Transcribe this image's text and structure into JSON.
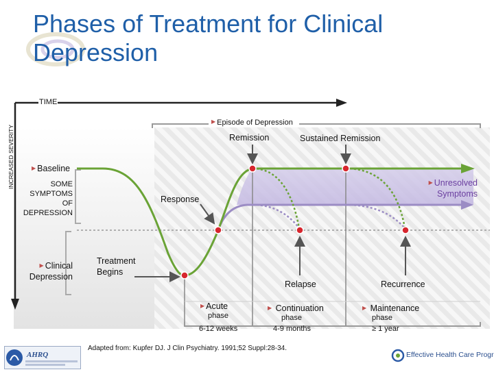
{
  "title": "Phases of Treatment for Clinical Depression",
  "axes": {
    "x_label": "TIME",
    "y_label": "INCREASED SEVERITY"
  },
  "episode_label": "Episode of Depression",
  "states": {
    "baseline": "Baseline",
    "some_symptoms": [
      "SOME",
      "SYMPTOMS",
      "OF",
      "DEPRESSION"
    ],
    "clinical": [
      "Clinical",
      "Depression"
    ]
  },
  "annotations": {
    "remission": "Remission",
    "sustained_remission": "Sustained Remission",
    "response": "Response",
    "treatment_begins": [
      "Treatment",
      "Begins"
    ],
    "unresolved": [
      "Unresolved",
      "Symptoms"
    ],
    "relapse": "Relapse",
    "recurrence": "Recurrence"
  },
  "phases": [
    {
      "name": "Acute",
      "sub": "phase",
      "duration": "6-12 weeks"
    },
    {
      "name": "Continuation",
      "sub": "phase",
      "duration": "4-9 months"
    },
    {
      "name": "Maintenance",
      "sub": "phase",
      "duration": "≥ 1 year"
    }
  ],
  "footnote": "Adapted from: Kupfer DJ. J Clin Psychiatry. 1991;52 Suppl:28-34.",
  "logos": {
    "left": "AHRQ",
    "right": "Effective Health Care Program"
  },
  "colors": {
    "title": "#1f5fa8",
    "green_curve": "#6aa336",
    "purple_curve": "#9b8cc4",
    "marker": "#d7262e",
    "arrow_gray": "#555555"
  }
}
